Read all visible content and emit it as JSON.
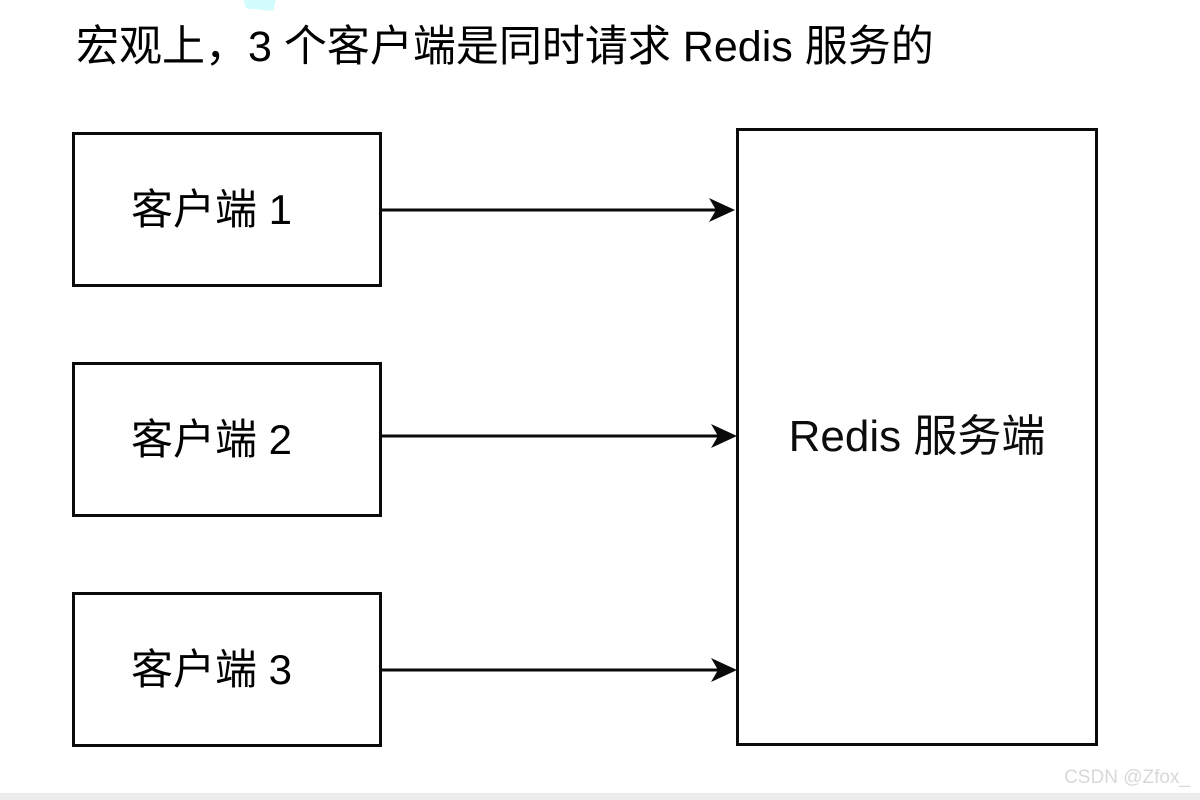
{
  "diagram": {
    "title": "宏观上，3 个客户端是同时请求 Redis 服务的",
    "clients": [
      {
        "label": "客户端 1"
      },
      {
        "label": "客户端 2"
      },
      {
        "label": "客户端 3"
      }
    ],
    "server": {
      "label": "Redis 服务端"
    },
    "arrows": [
      {
        "from": "客户端 1",
        "to": "Redis 服务端",
        "style": "solid-arrow-right"
      },
      {
        "from": "客户端 2",
        "to": "Redis 服务端",
        "style": "solid-arrow-right"
      },
      {
        "from": "客户端 3",
        "to": "Redis 服务端",
        "style": "solid-arrow-right"
      }
    ],
    "colors": {
      "background": "#ffffff",
      "stroke": "#0a0a0a",
      "text": "#000000",
      "artifact": "#d3fcfd",
      "watermark": "#d8d8d8",
      "bottom_band": "#ececec"
    }
  },
  "watermark": {
    "text": "CSDN @Zfox_"
  }
}
